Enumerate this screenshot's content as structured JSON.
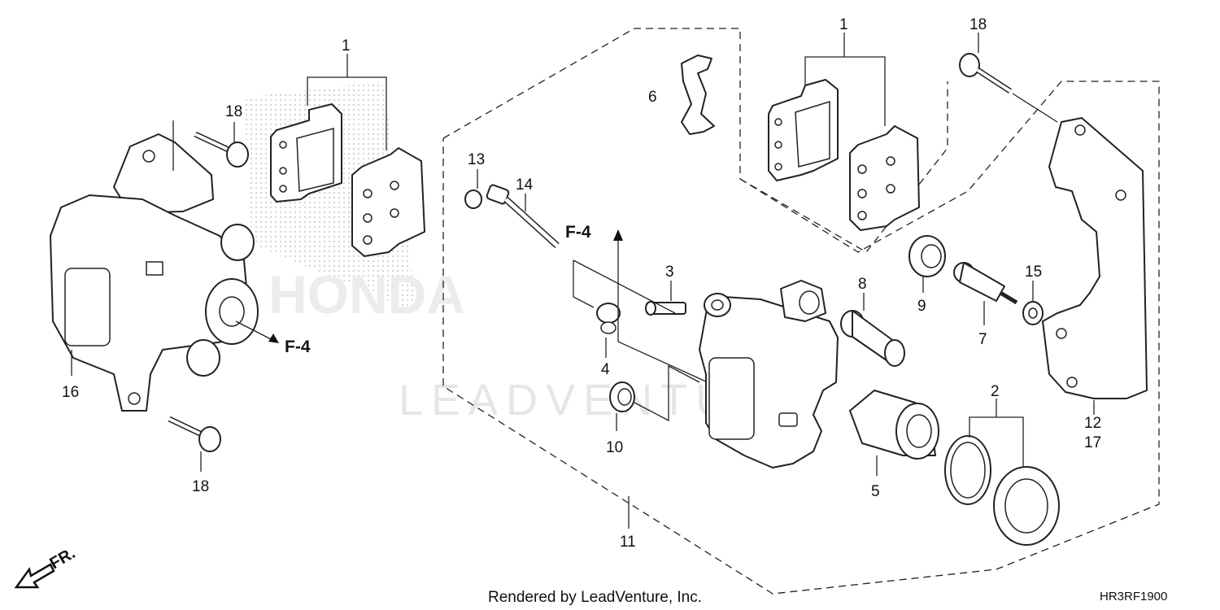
{
  "callouts": {
    "c1_left": "1",
    "c18_top_left": "18",
    "c16": "16",
    "c18_bottom_left": "18",
    "c6": "6",
    "c1_right": "1",
    "c18_top_right": "18",
    "c13": "13",
    "c14": "14",
    "c3": "3",
    "c4": "4",
    "c10": "10",
    "c8": "8",
    "c9": "9",
    "c7": "7",
    "c15": "15",
    "c2": "2",
    "c5": "5",
    "c11": "11",
    "c12": "12",
    "c17": "17"
  },
  "references": {
    "f4_left": "F-4",
    "f4_center": "F-4"
  },
  "direction": {
    "label": "FR."
  },
  "watermark": {
    "text": "LEADVENTURE",
    "brand": "HONDA"
  },
  "footer": {
    "rendered_by": "Rendered by LeadVenture, Inc.",
    "diagram_code": "HR3RF1900"
  },
  "colors": {
    "line": "#222222",
    "background": "#ffffff",
    "stipple": "#d0d0d0"
  }
}
